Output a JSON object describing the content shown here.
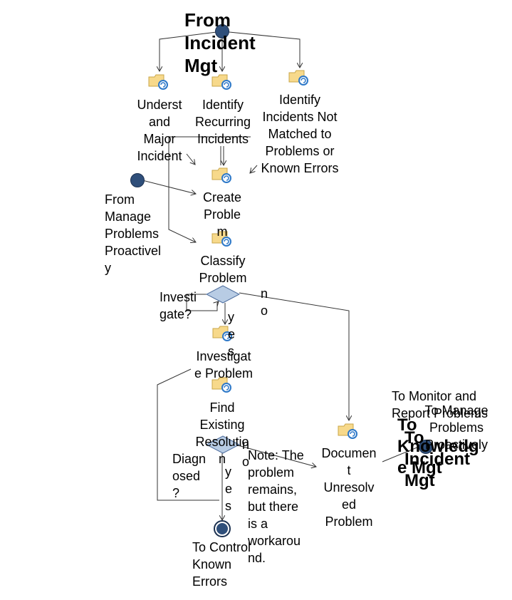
{
  "diagram": {
    "start_from_incident": "From\nIncident\nMgt",
    "start_from_manage": "From\nManage\nProblems\nProactivel\ny",
    "tasks": {
      "understand": "Underst\nand\nMajor\nIncident",
      "identify_recurring": "Identify\nRecurring\nIncidents",
      "identify_not_matched": "Identify\nIncidents Not\nMatched to\nProblems or\nKnown Errors",
      "create": "Create\nProble\nm",
      "classify": "Classify\nProblem",
      "investigate": "Investigat\ne Problem",
      "find": "Find\nExisting\nResolutio\nn",
      "document": "Documen\nt\nUnresolv\ned\nProblem"
    },
    "gateways": {
      "investigate_q": "Investi\ngate?",
      "investigate_no": "n\no",
      "investigate_yes": "y\ne\ns",
      "diagnosed_q": "Diagn\nosed\n?",
      "diagnosed_no": "n\no",
      "diagnosed_yes": "y\ne\ns"
    },
    "note": "Note: The\nproblem\nremains,\nbut there\nis a\nworkarou\nnd.",
    "end_control": "To Control\nKnown\nErrors",
    "end_monitor": "To Monitor and\nReport Problems",
    "end_manage": "To Manage\nProblems\nProactively",
    "end_knowledge": "To\nKnowledg\ne Mgt",
    "end_incident": "To\nIncident\nMgt",
    "colors": {
      "node_fill": "#2f4f7a",
      "gateway_fill": "#b8cce4",
      "gateway_stroke": "#4f6f9f",
      "line": "#333333",
      "icon_folder": "#f7d98b",
      "icon_arrow": "#2d78c8"
    }
  }
}
